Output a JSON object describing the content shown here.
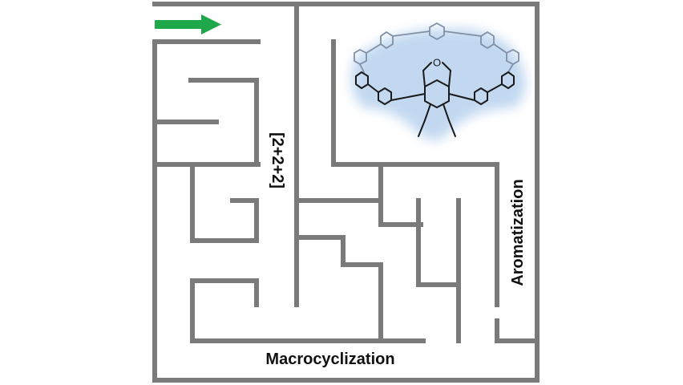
{
  "labels": {
    "step1": "[2+2+2]",
    "step2": "Aromatization",
    "step3": "Macrocyclization"
  },
  "molecule": {
    "heteroatom": "O"
  },
  "colors": {
    "wall": "#7a7a7a",
    "arrow": "#1fa84a",
    "bond": "#1a1a1a",
    "ring_faded": "#7f8fa6",
    "glow": "#b8d2ee"
  },
  "icons": {
    "start": "green-right-arrow-icon"
  }
}
